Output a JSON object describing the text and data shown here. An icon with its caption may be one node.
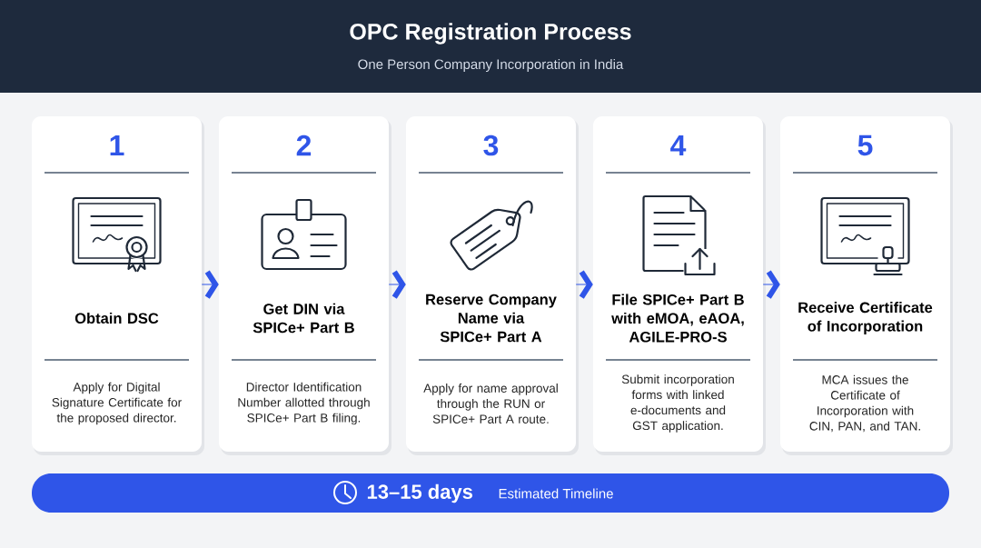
{
  "diagram": {
    "title": "OPC Registration Process",
    "nodes": [
      {
        "text": [
          "1",
          "Obtain DSC",
          "Apply for Digital Signature Certificate for the proposed director."
        ]
      },
      {
        "text": [
          "2",
          "Get DIN via SPICe+ Part B",
          "Director Identification Number allotted through SPICe+ Part B filing."
        ]
      },
      {
        "text": [
          "3",
          "Reserve Company Name via SPICe+ Part A",
          "Apply for name approval through the RUN or SPICe+ Part A route."
        ]
      },
      {
        "text": [
          "4",
          "File SPICe+ Part B with eMOA, eAOA, AGILE-PRO-S",
          "Submit incorporation forms with linked e-documents and GST application."
        ]
      },
      {
        "text": [
          "5",
          "Receive Certificate of Incorporation",
          "MCA issues the Certificate of Incorporation with CIN, PAN, and TAN."
        ]
      },
      {
        "text": [
          "13–15 days",
          "Estimated Timeline"
        ]
      }
    ],
    "edges": [
      {
        "from": 0,
        "to": 1,
        "arrow": "to"
      },
      {
        "from": 1,
        "to": 2,
        "arrow": "to"
      },
      {
        "from": 2,
        "to": 3,
        "arrow": "to"
      },
      {
        "from": 3,
        "to": 4,
        "arrow": "to"
      }
    ],
    "labels": [
      "One Person Company Incorporation in India"
    ]
  }
}
